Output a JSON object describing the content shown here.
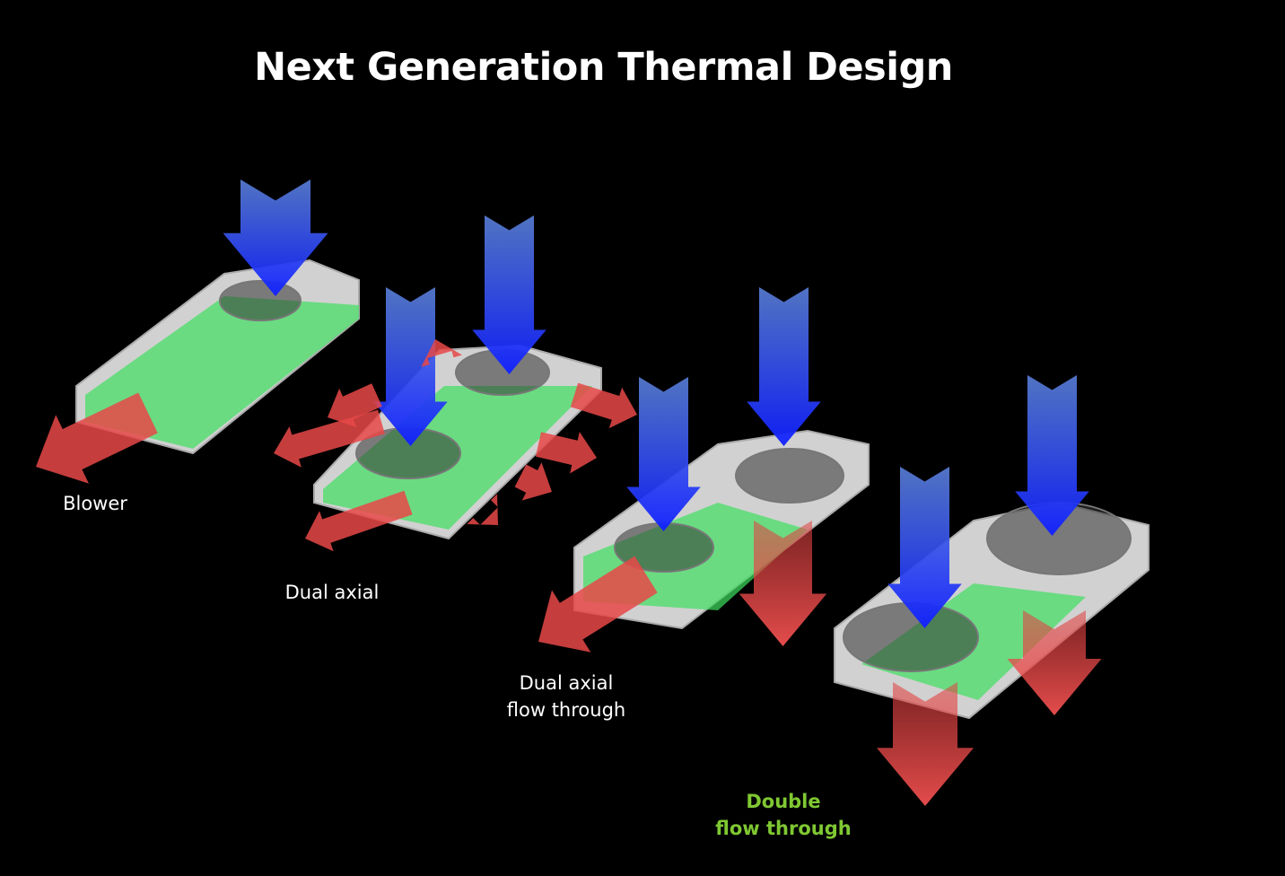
{
  "title": "Next Generation Thermal Design",
  "designs": [
    {
      "label_lines": [
        "Blower"
      ]
    },
    {
      "label_lines": [
        "Dual axial"
      ]
    },
    {
      "label_lines": [
        "Dual axial",
        "flow through"
      ]
    },
    {
      "label_lines": [
        "Double",
        "flow through"
      ]
    }
  ],
  "colors": {
    "background": "#000000",
    "intake_arrow": "#2a3cff",
    "exhaust_arrow": "#e84848",
    "pcb": "#3fe060",
    "highlight_label": "#7fc832"
  }
}
